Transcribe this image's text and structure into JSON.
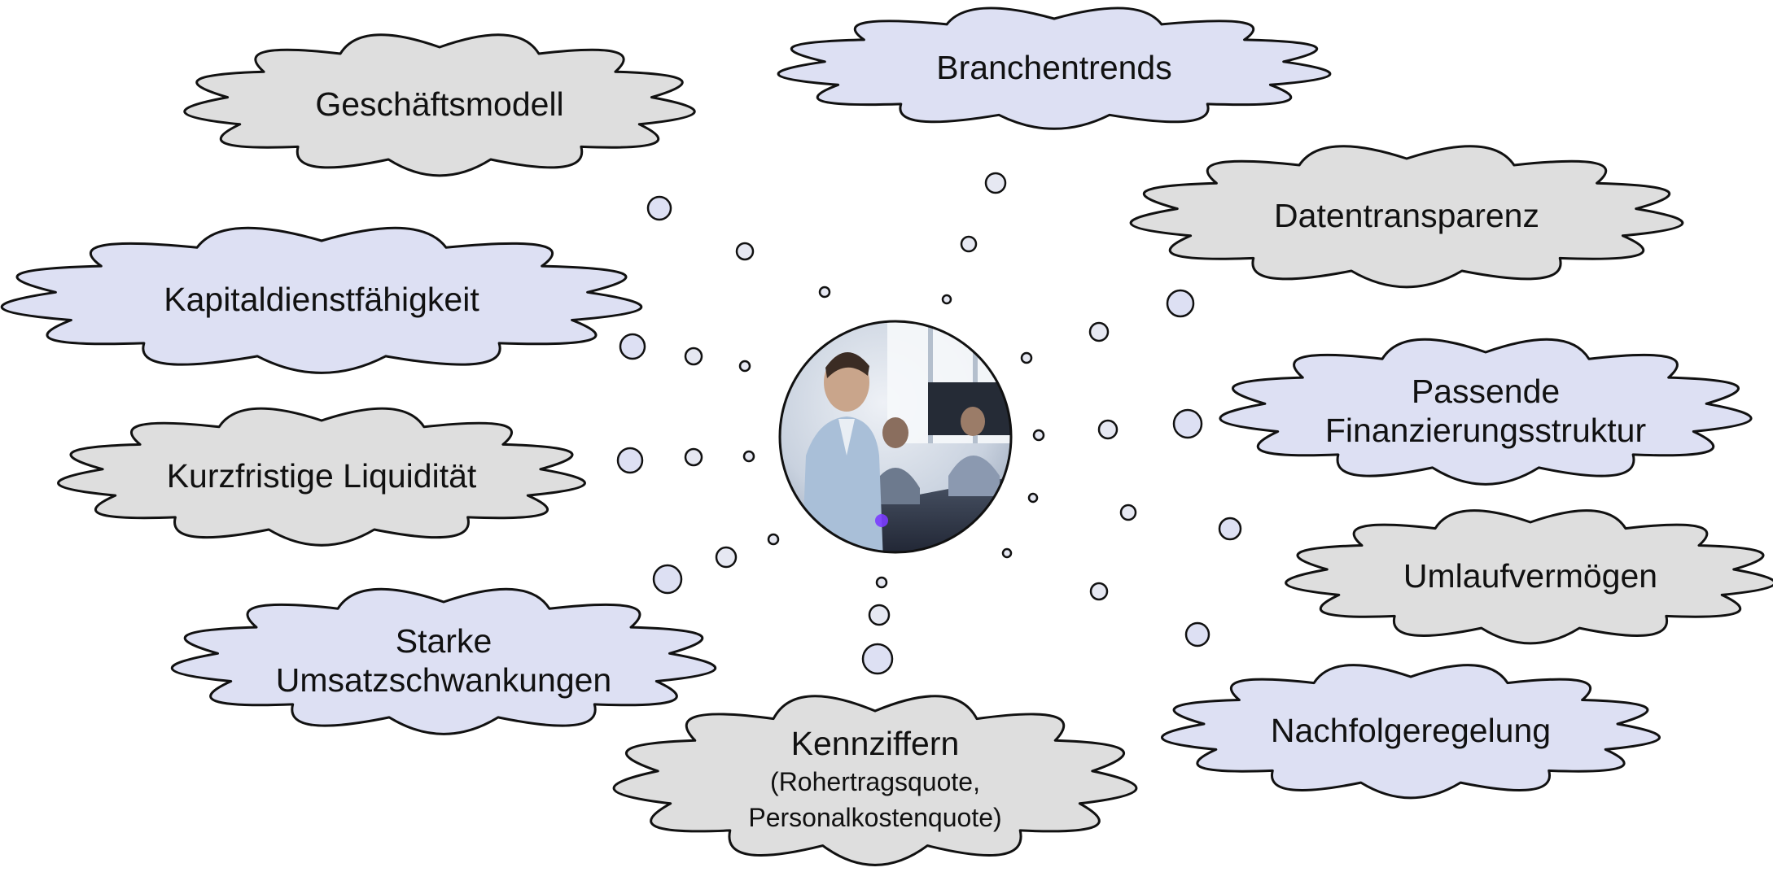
{
  "colors": {
    "cloud_grey": "#dedede",
    "cloud_blue": "#dde0f3",
    "outline": "#111111",
    "background": "#ffffff"
  },
  "center_image": {
    "icon": "business-meeting-photo",
    "depicts": "photo"
  },
  "clouds": [
    {
      "key": "geschaeftsmodell",
      "lines": [
        "Geschäftsmodell"
      ],
      "fill": "grey"
    },
    {
      "key": "branchentrends",
      "lines": [
        "Branchentrends"
      ],
      "fill": "blue"
    },
    {
      "key": "datentransparenz",
      "lines": [
        "Datentransparenz"
      ],
      "fill": "grey"
    },
    {
      "key": "kapitaldienstfaehigkeit",
      "lines": [
        "Kapitaldienstfähigkeit"
      ],
      "fill": "blue"
    },
    {
      "key": "finanzierungsstruktur",
      "lines": [
        "Passende",
        "Finanzierungsstruktur"
      ],
      "fill": "blue"
    },
    {
      "key": "liquiditaet",
      "lines": [
        "Kurzfristige Liquidität"
      ],
      "fill": "grey"
    },
    {
      "key": "umlaufvermoegen",
      "lines": [
        "Umlaufvermögen"
      ],
      "fill": "grey"
    },
    {
      "key": "umsatzschwankungen",
      "lines": [
        "Starke",
        "Umsatzschwankungen"
      ],
      "fill": "blue"
    },
    {
      "key": "nachfolgeregelung",
      "lines": [
        "Nachfolgeregelung"
      ],
      "fill": "blue"
    },
    {
      "key": "kennziffern",
      "lines": [
        "Kennziffern",
        "(Rohertragsquote,",
        "Personalkostenquote)"
      ],
      "fill": "grey"
    }
  ]
}
